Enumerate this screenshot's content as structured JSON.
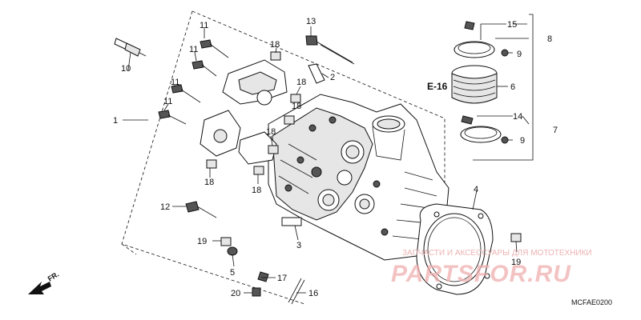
{
  "callouts": {
    "c1": "1",
    "c2": "2",
    "c3": "3",
    "c4": "4",
    "c5": "5",
    "c6": "6",
    "c7": "7",
    "c8": "8",
    "c9a": "9",
    "c9b": "9",
    "c10": "10",
    "c11a": "11",
    "c11b": "11",
    "c11c": "11",
    "c11d": "11",
    "c12": "12",
    "c13": "13",
    "c14": "14",
    "c15": "15",
    "c16": "16",
    "c17": "17",
    "c18a": "18",
    "c18b": "18",
    "c18c": "18",
    "c18d": "18",
    "c18e": "18",
    "c18f": "18",
    "c19a": "19",
    "c19b": "19",
    "c20": "20"
  },
  "reference": "E-16",
  "drawing_code": "MCFAE0200",
  "front_arrow_label": "FR.",
  "watermark": {
    "top": "ЗАПЧАСТИ И АКСЕССУАРЫ ДЛЯ МОТОТЕХНИКИ",
    "brand": "PARTSFOR.RU"
  }
}
